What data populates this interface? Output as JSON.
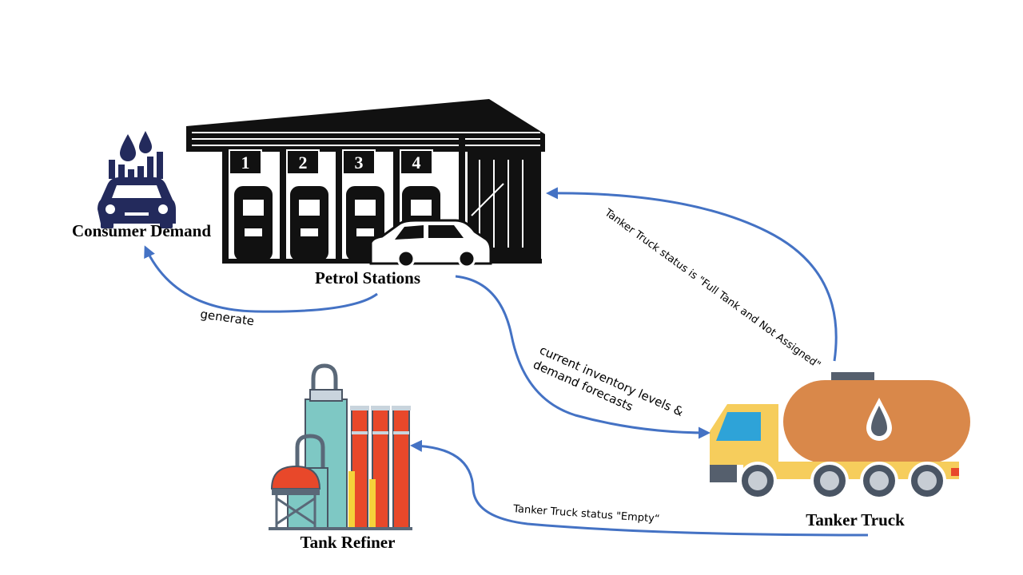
{
  "nodes": {
    "consumer_demand": "Consumer Demand",
    "petrol_stations": "Petrol Stations",
    "tanker_truck": "Tanker Truck",
    "tank_refiner": "Tank Refiner"
  },
  "edges": {
    "generate": "generate",
    "inventory_line1": "current inventory levels &",
    "inventory_line2": "demand forecasts",
    "full_tank": "Tanker Truck status is \"Full Tank and Not Assigned\"",
    "empty": "Tanker Truck status  \"Empty“"
  },
  "pump_numbers": [
    "1",
    "2",
    "3",
    "4"
  ],
  "colors": {
    "arrow": "#4472c4",
    "consumer_icon": "#232a5c",
    "tanker_body": "#d9884a",
    "truck_cab": "#f6cd5c",
    "refinery_teal": "#7ec8c4",
    "refinery_red": "#e8482a"
  }
}
